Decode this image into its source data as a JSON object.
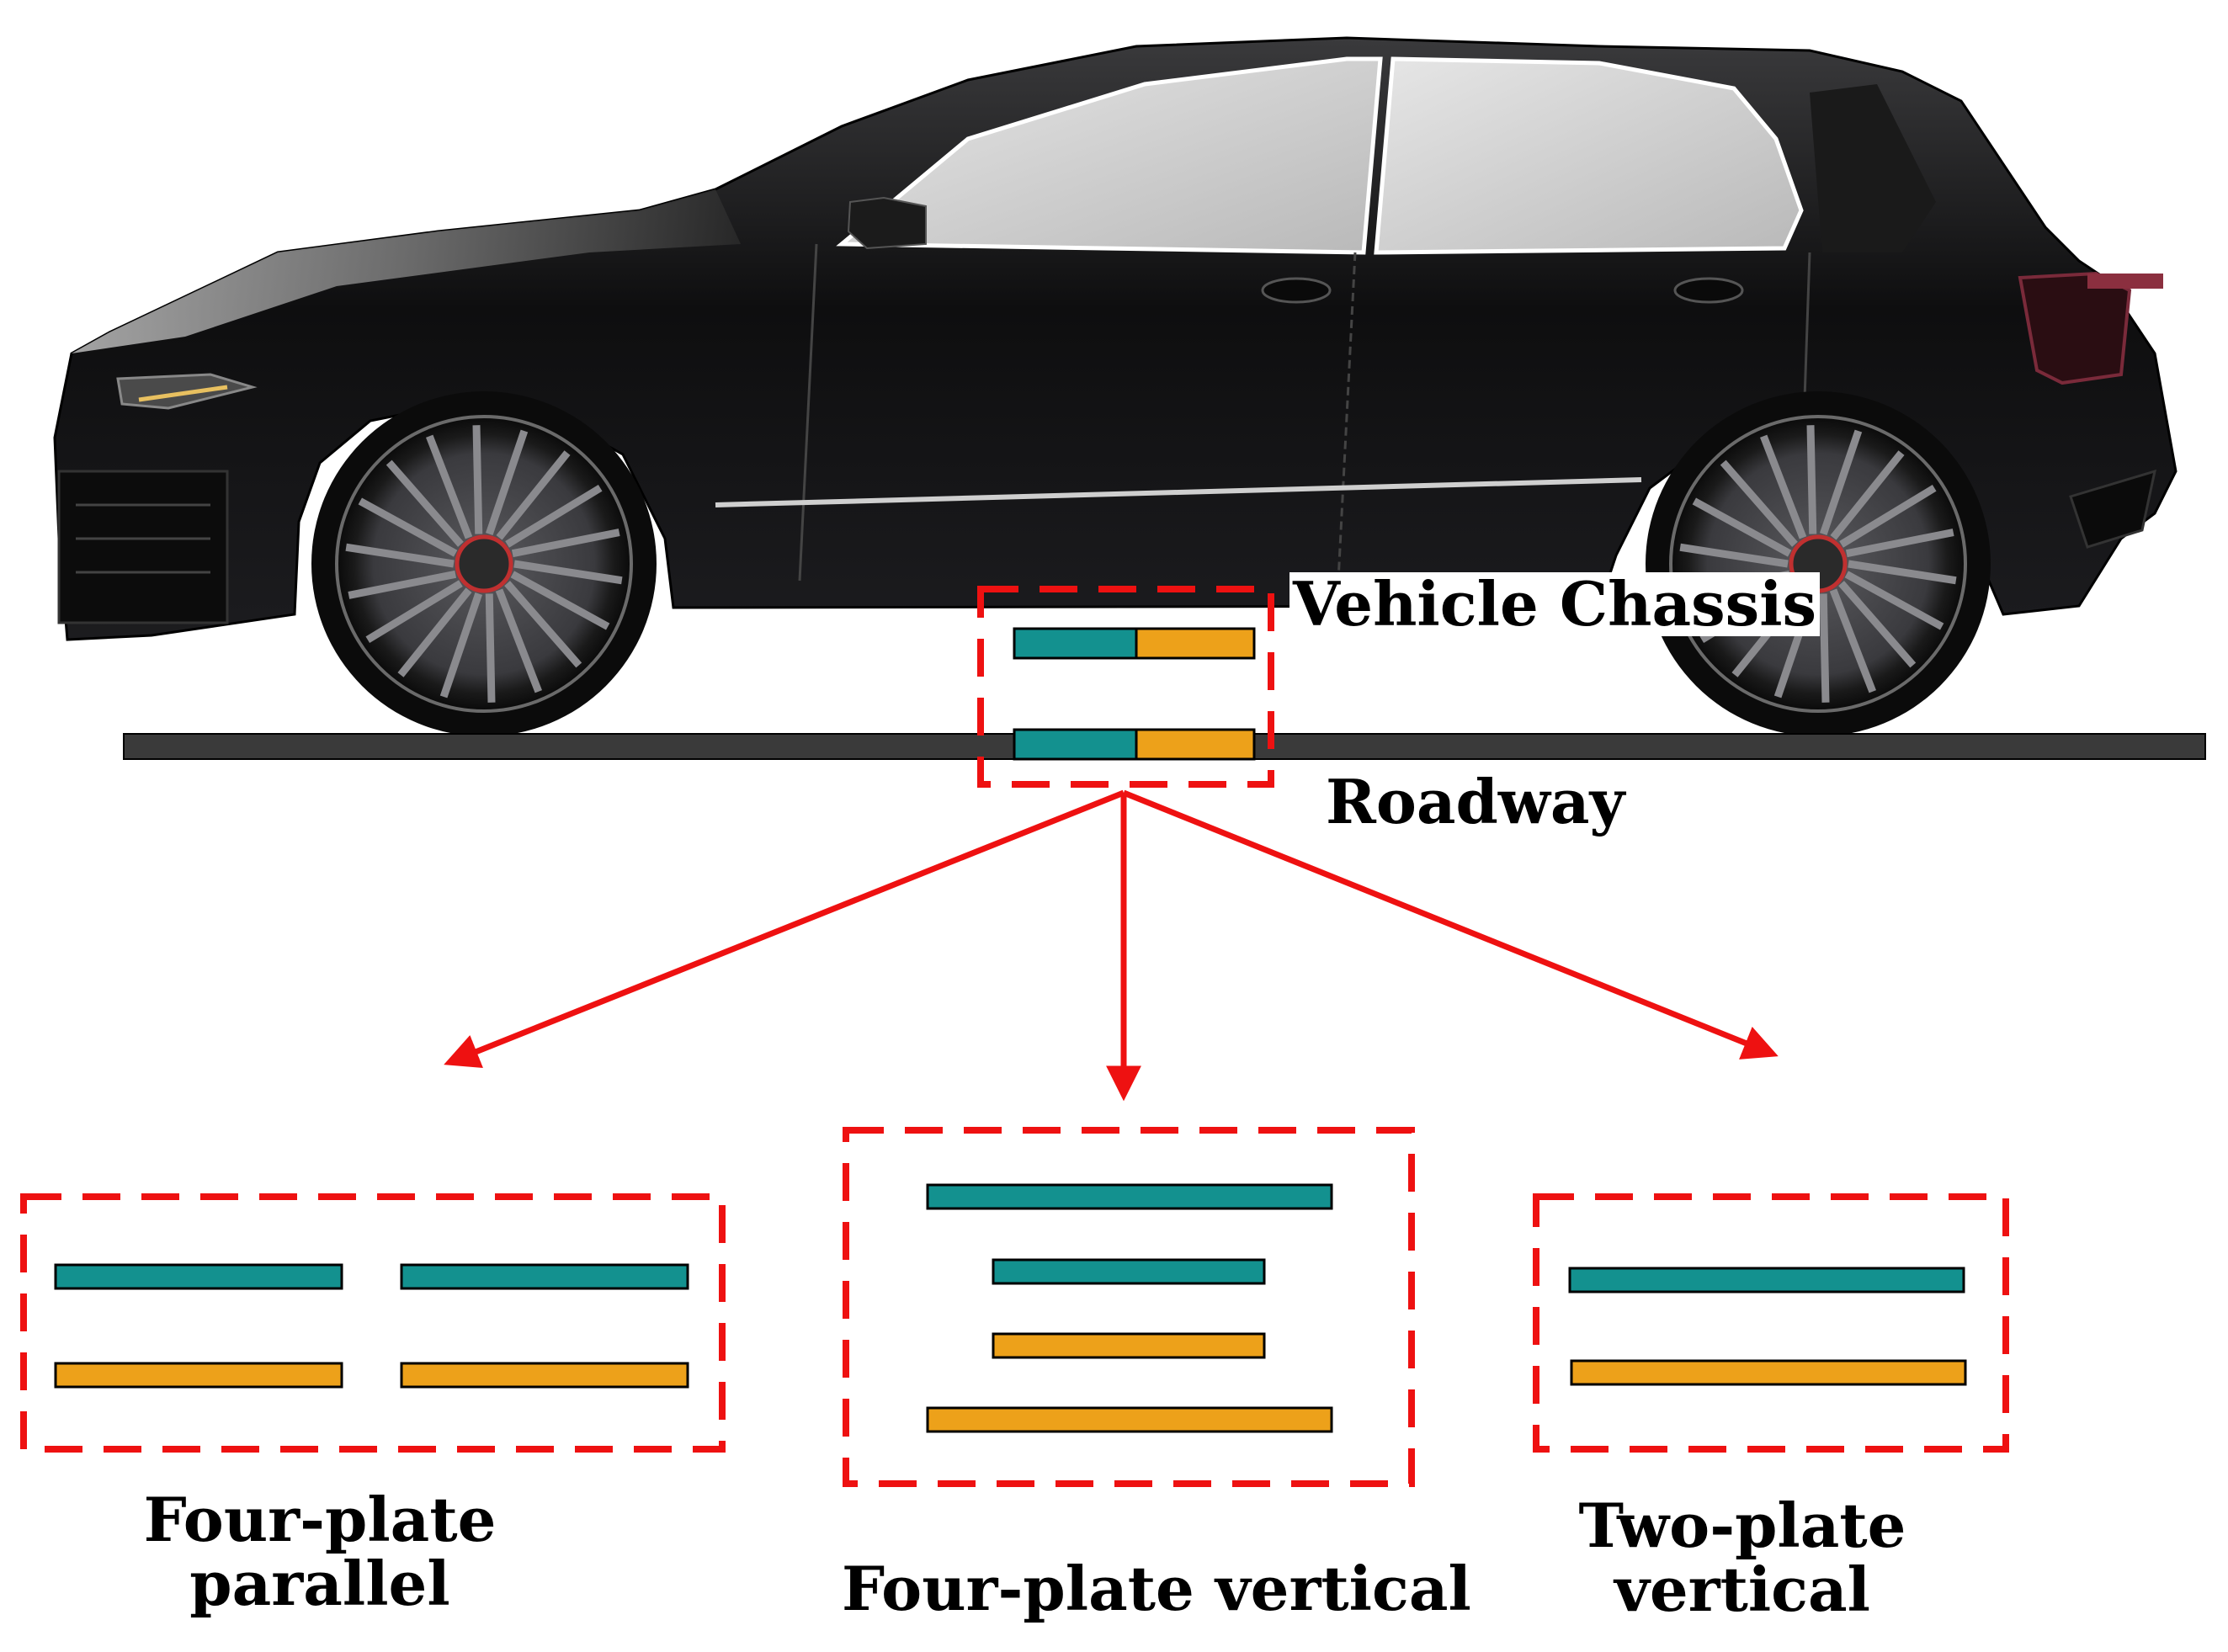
{
  "labels": {
    "vehicle_chassis": "Vehicle Chassis",
    "roadway": "Roadway",
    "four_plate_parallel": "Four-plate parallel",
    "four_plate_vertical": "Four-plate vertical",
    "two_plate_vertical": "Two-plate vertical"
  },
  "colors": {
    "teal_plate": "#13918f",
    "orange_plate": "#eda11a",
    "highlight_box": "#ee1111",
    "roadway": "#3a3a3a",
    "car_body": "#151515"
  }
}
